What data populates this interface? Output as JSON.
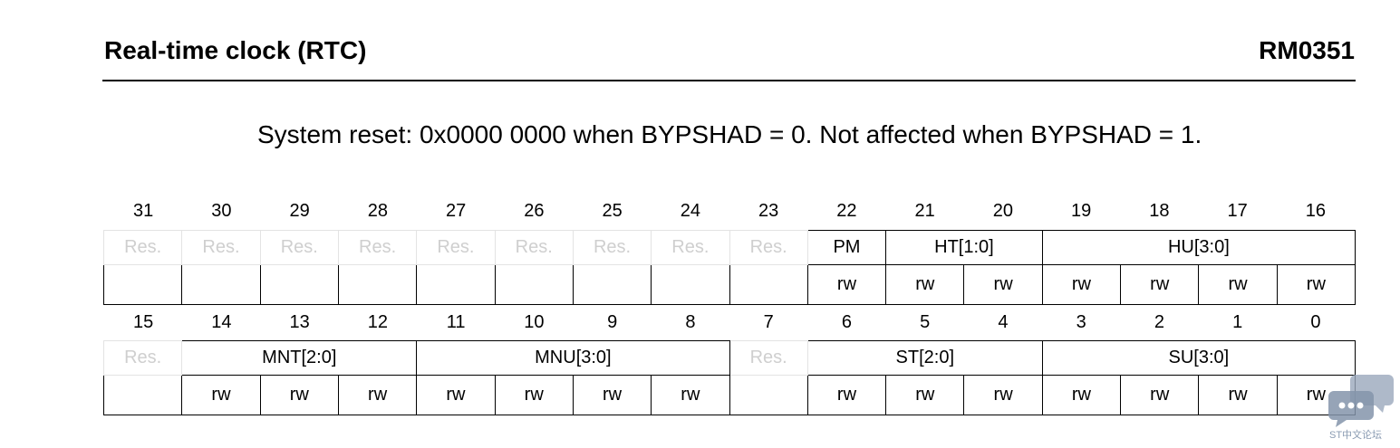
{
  "header": {
    "section_title": "Real-time clock (RTC)",
    "doc_id": "RM0351"
  },
  "reset_text": "System reset: 0x0000 0000 when BYPSHAD = 0. Not affected when BYPSHAD = 1.",
  "register": {
    "top": {
      "bits": [
        "31",
        "30",
        "29",
        "28",
        "27",
        "26",
        "25",
        "24",
        "23",
        "22",
        "21",
        "20",
        "19",
        "18",
        "17",
        "16"
      ],
      "fields": [
        {
          "label": "Res.",
          "reserved": true
        },
        {
          "label": "Res.",
          "reserved": true
        },
        {
          "label": "Res.",
          "reserved": true
        },
        {
          "label": "Res.",
          "reserved": true
        },
        {
          "label": "Res.",
          "reserved": true
        },
        {
          "label": "Res.",
          "reserved": true
        },
        {
          "label": "Res.",
          "reserved": true
        },
        {
          "label": "Res.",
          "reserved": true
        },
        {
          "label": "Res.",
          "reserved": true
        },
        {
          "label": "PM"
        },
        {
          "label": "HT[1:0]"
        },
        {
          "label": "HU[3:0]"
        }
      ],
      "access": [
        "",
        "",
        "",
        "",
        "",
        "",
        "",
        "",
        "",
        "rw",
        "rw",
        "rw",
        "rw",
        "rw",
        "rw",
        "rw"
      ]
    },
    "bottom": {
      "bits": [
        "15",
        "14",
        "13",
        "12",
        "11",
        "10",
        "9",
        "8",
        "7",
        "6",
        "5",
        "4",
        "3",
        "2",
        "1",
        "0"
      ],
      "fields": [
        {
          "label": "Res.",
          "reserved": true
        },
        {
          "label": "MNT[2:0]"
        },
        {
          "label": "MNU[3:0]"
        },
        {
          "label": "Res.",
          "reserved": true
        },
        {
          "label": "ST[2:0]"
        },
        {
          "label": "SU[3:0]"
        }
      ],
      "access": [
        "",
        "rw",
        "rw",
        "rw",
        "rw",
        "rw",
        "rw",
        "rw",
        "",
        "rw",
        "rw",
        "rw",
        "rw",
        "rw",
        "rw",
        "rw"
      ]
    }
  },
  "watermark": {
    "text": "ST中文论坛",
    "icon": "chat-bubble-icon"
  }
}
